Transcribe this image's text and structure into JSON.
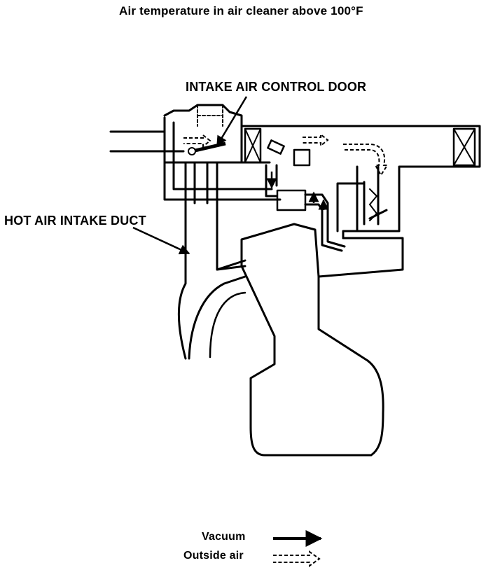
{
  "title": "Air temperature in air cleaner above 100°F",
  "labels": {
    "intake_air_control_door": "INTAKE AIR CONTROL DOOR",
    "hot_air_intake_duct": "HOT AIR INTAKE DUCT"
  },
  "legend": {
    "vacuum": "Vacuum",
    "outside_air": "Outside air"
  }
}
